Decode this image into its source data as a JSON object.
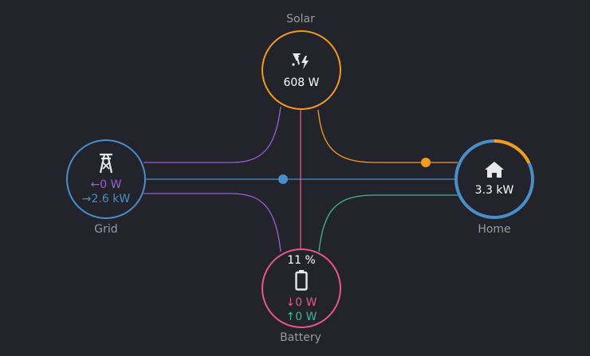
{
  "solar": {
    "label": "Solar",
    "power": "608 W",
    "color": "#f39c1b",
    "icon": "solar-power-icon"
  },
  "grid": {
    "label": "Grid",
    "export_arrow": "←",
    "export_value": "0 W",
    "export_color": "#9b5fd6",
    "import_arrow": "→",
    "import_value": "2.6 kW",
    "import_color": "#4a8ec9",
    "icon": "transmission-tower-icon"
  },
  "home": {
    "label": "Home",
    "power": "3.3 kW",
    "icon": "home-icon",
    "ring_solar_fraction": 0.18,
    "ring_solar_color": "#f39c1b",
    "ring_grid_color": "#4a8ec9"
  },
  "battery": {
    "label": "Battery",
    "soc": "11 %",
    "in_arrow": "↓",
    "in_value": "0 W",
    "in_color": "#e8578a",
    "out_arrow": "↑",
    "out_value": "0 W",
    "out_color": "#3fb59c",
    "icon": "battery-low-icon"
  }
}
